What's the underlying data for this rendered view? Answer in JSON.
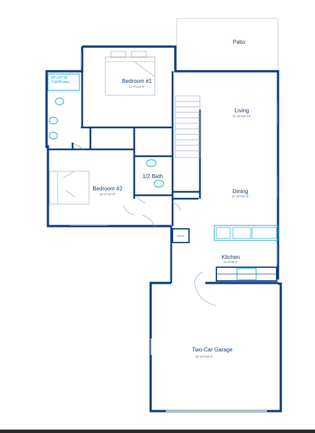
{
  "rooms": {
    "patio": {
      "name": "Patio"
    },
    "bedroom1": {
      "name": "Bedroom #1",
      "dims": "14'-0\"x12'-0\""
    },
    "tub": {
      "line1": "60\"x30\" W.",
      "line2": "Tub/Shower"
    },
    "living": {
      "name": "Living",
      "dims": "11'-11\"x11'-10\""
    },
    "halfbath": {
      "name": "1/2 Bath"
    },
    "bedroom2": {
      "name": "Bedroom #2",
      "dims": "13'-1\"x11'-8\""
    },
    "dining": {
      "name": "Dining",
      "dims": "11'-10\"x11'-6\""
    },
    "hvac": {
      "name": "HVAC"
    },
    "kitchen": {
      "name": "Kitchen",
      "dims": "11'-2\"x8'-2\""
    },
    "garage": {
      "name": "Two-Car Garage",
      "dims": "19'-10\"x19'-4\""
    }
  },
  "colors": {
    "wall": "#0b3a78",
    "fixture": "#16a9c4",
    "thin": "#9aa9bd"
  }
}
